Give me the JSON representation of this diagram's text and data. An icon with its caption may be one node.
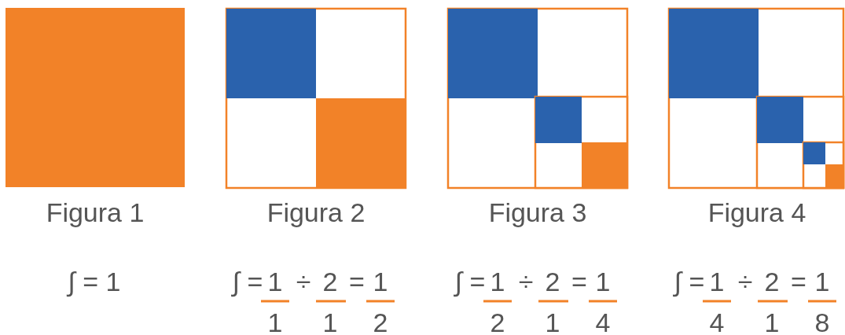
{
  "diagram": {
    "labels": [
      "Figura 1",
      "Figura 2",
      "Figura 3",
      "Figura 4",
      "∫ = 1",
      "∫ =",
      "1",
      "1",
      "÷",
      "2",
      "1",
      "=",
      "1",
      "2",
      "∫ =",
      "1",
      "2",
      "÷",
      "2",
      "1",
      "=",
      "1",
      "4",
      "∫ =",
      "1",
      "4",
      "÷",
      "2",
      "1",
      "=",
      "1",
      "8"
    ]
  }
}
